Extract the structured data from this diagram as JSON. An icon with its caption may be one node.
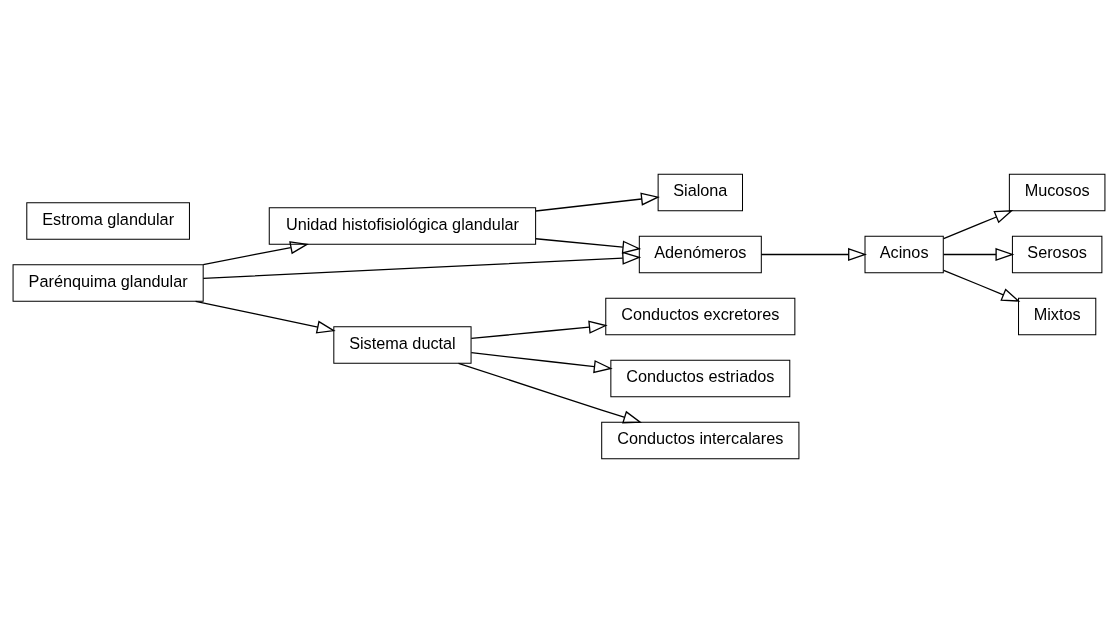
{
  "diagram": {
    "nodes": [
      {
        "text": [
          "Parénquima glandular"
        ]
      },
      {
        "text": [
          "Unidad histofisiológica glandular"
        ]
      },
      {
        "text": [
          "Sialona"
        ]
      },
      {
        "text": [
          "Adenómeros"
        ]
      },
      {
        "text": [
          "Acinos"
        ]
      },
      {
        "text": [
          "Mucosos"
        ]
      },
      {
        "text": [
          "Serosos"
        ]
      },
      {
        "text": [
          "Mixtos"
        ]
      },
      {
        "text": [
          "Sistema ductal"
        ]
      },
      {
        "text": [
          "Conductos excretores"
        ]
      },
      {
        "text": [
          "Conductos estriados"
        ]
      },
      {
        "text": [
          "Conductos intercalares"
        ]
      },
      {
        "text": [
          "Estroma glandular"
        ]
      }
    ],
    "edges": [
      {
        "from": 0,
        "to": 1,
        "arrow": "to"
      },
      {
        "from": 1,
        "to": 2,
        "arrow": "to"
      },
      {
        "from": 1,
        "to": 3,
        "arrow": "to"
      },
      {
        "from": 0,
        "to": 3,
        "arrow": "to"
      },
      {
        "from": 3,
        "to": 4,
        "arrow": "to"
      },
      {
        "from": 4,
        "to": 5,
        "arrow": "to"
      },
      {
        "from": 4,
        "to": 6,
        "arrow": "to"
      },
      {
        "from": 4,
        "to": 7,
        "arrow": "to"
      },
      {
        "from": 0,
        "to": 8,
        "arrow": "to"
      },
      {
        "from": 8,
        "to": 9,
        "arrow": "to"
      },
      {
        "from": 8,
        "to": 10,
        "arrow": "to"
      },
      {
        "from": 8,
        "to": 11,
        "arrow": "to"
      }
    ]
  }
}
